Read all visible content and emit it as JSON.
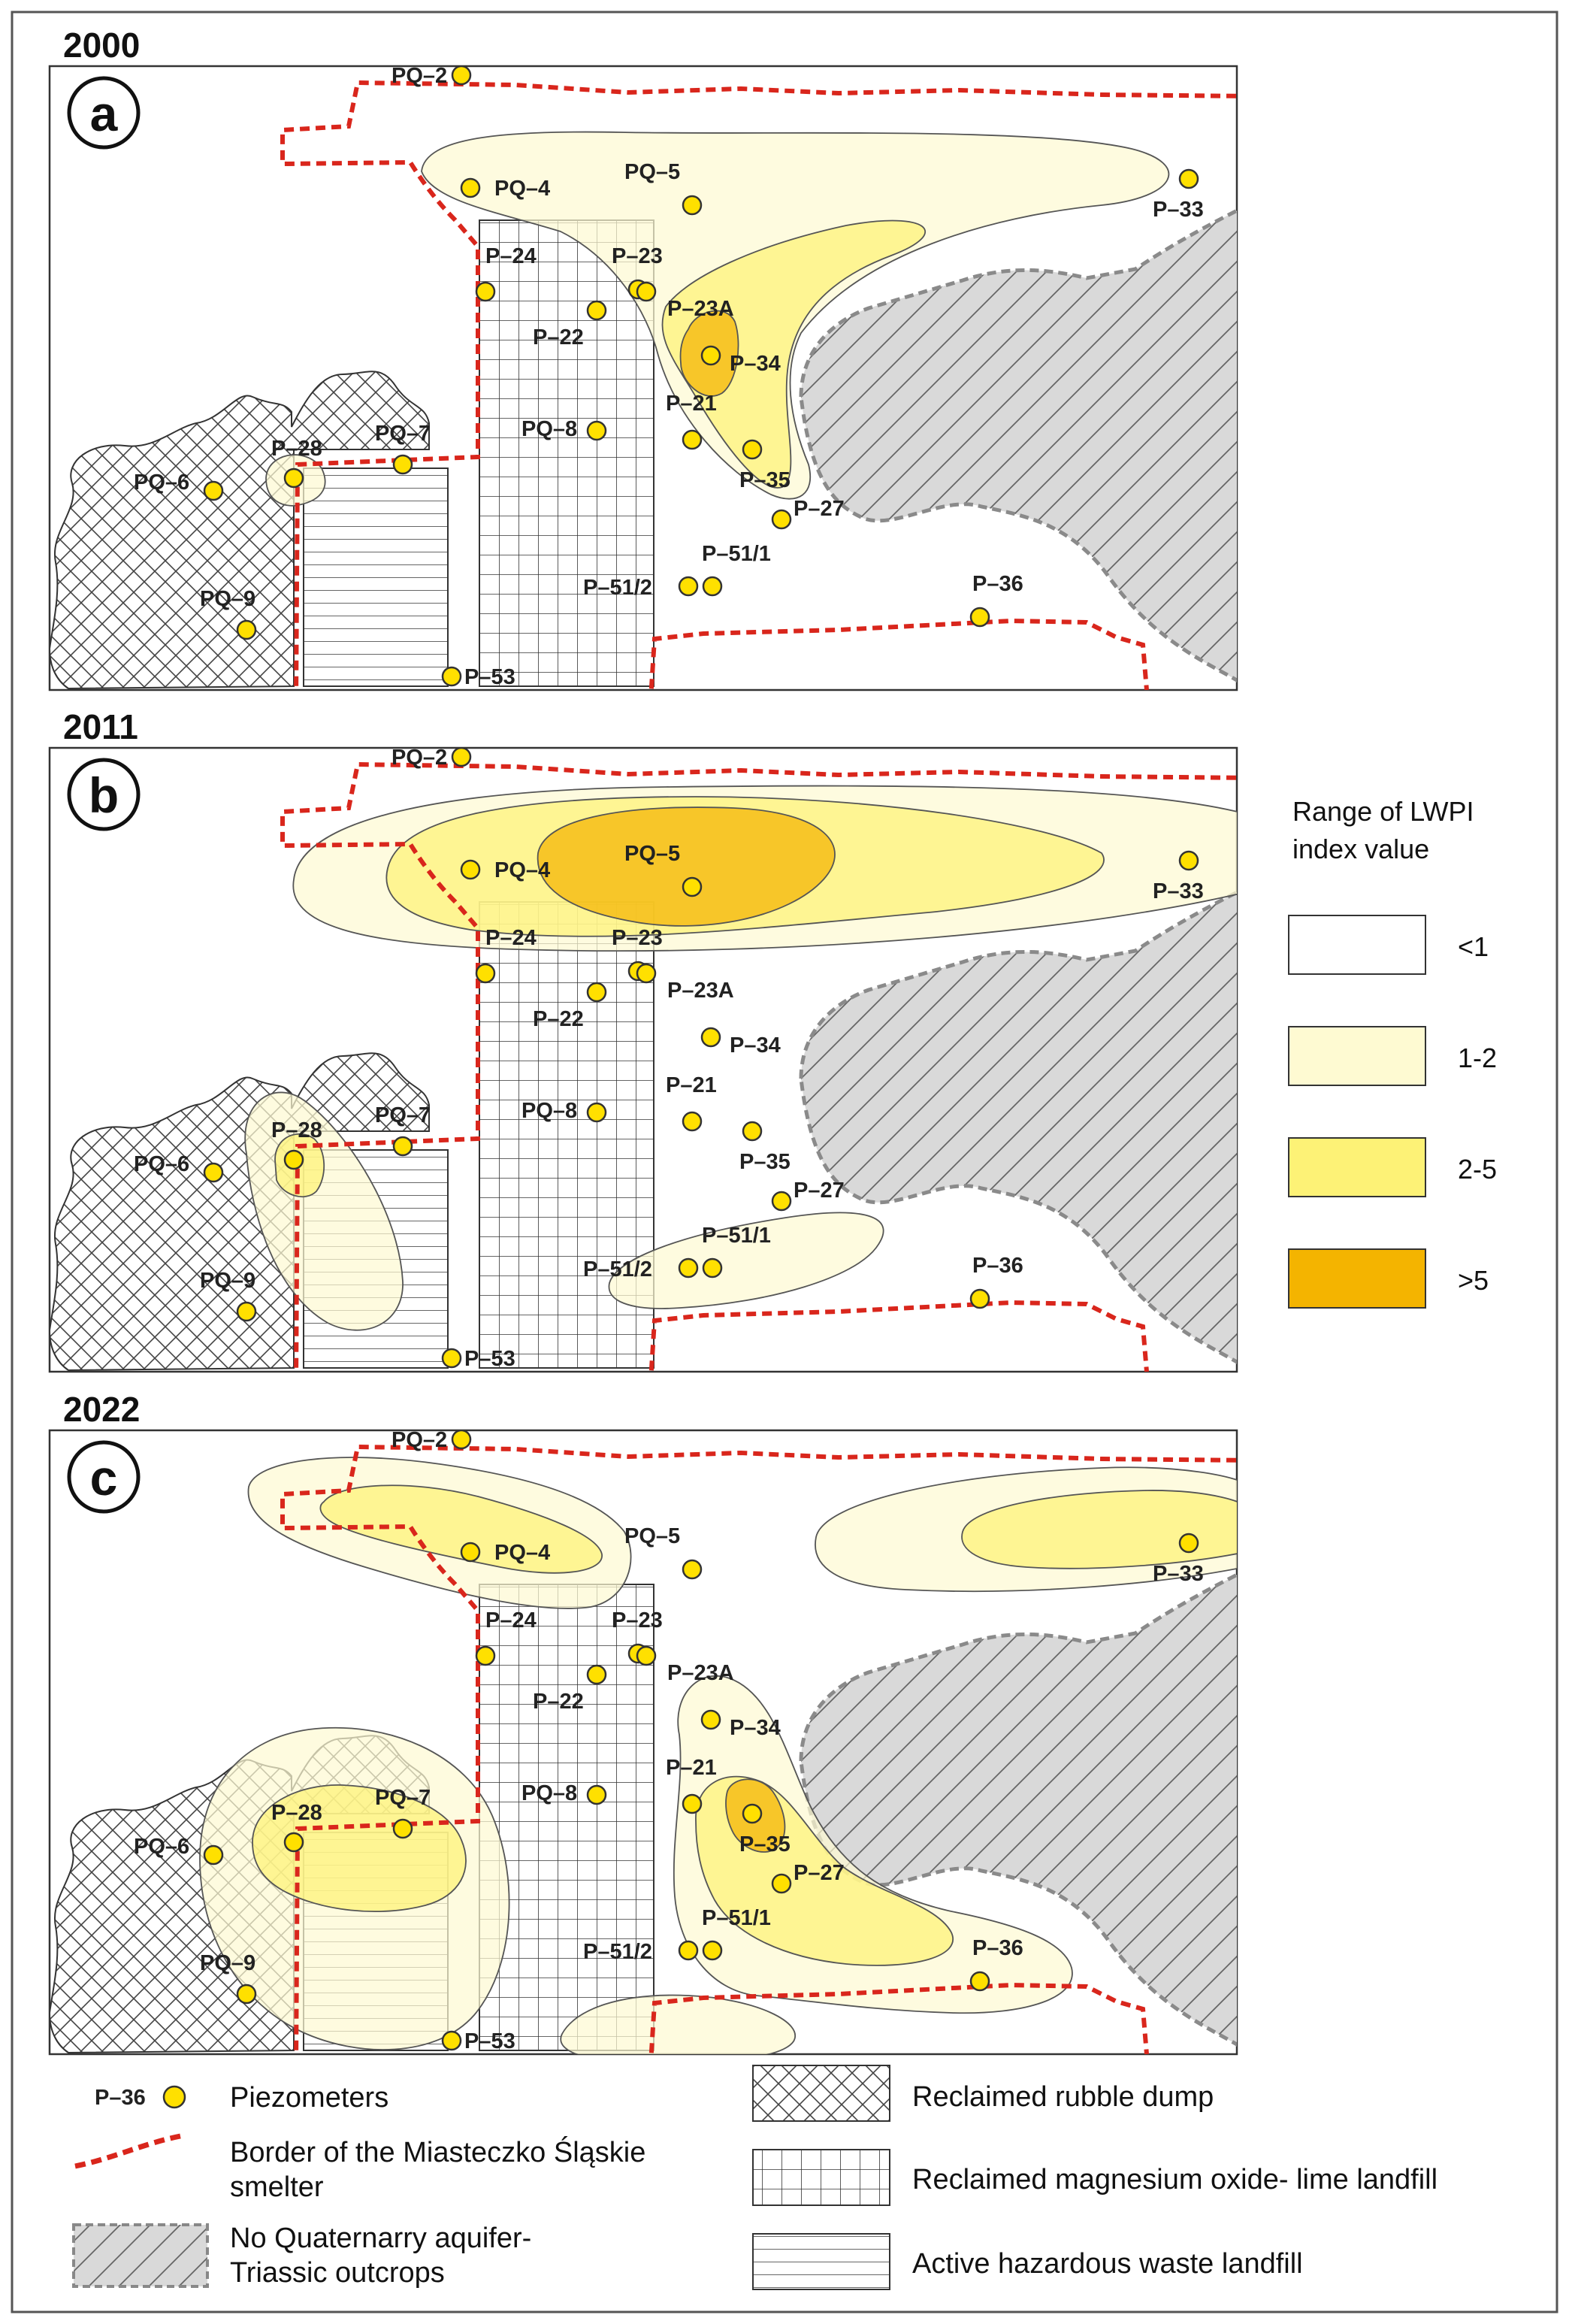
{
  "panels": [
    {
      "year": "2000",
      "letter": "a"
    },
    {
      "year": "2011",
      "letter": "b"
    },
    {
      "year": "2022",
      "letter": "c"
    }
  ],
  "piezometers": {
    "PQ-2": "PQ–2",
    "PQ-4": "PQ–4",
    "PQ-5": "PQ–5",
    "P-33": "P–33",
    "P-24": "P–24",
    "P-23": "P–23",
    "P-23A": "P–23A",
    "P-22": "P–22",
    "P-34": "P–34",
    "P-21": "P–21",
    "PQ-8": "PQ–8",
    "P-28": "P–28",
    "PQ-7": "PQ–7",
    "PQ-6": "PQ–6",
    "P-35": "P–35",
    "P-27": "P–27",
    "P-51/1": "P–51/1",
    "P-51/2": "P–51/2",
    "P-36": "P–36",
    "PQ-9": "PQ–9",
    "P-53": "P–53"
  },
  "range_legend": {
    "title_line1": "Range of LWPI",
    "title_line2": "index value",
    "classes": [
      {
        "label": "<1",
        "color": "#ffffff"
      },
      {
        "label": "1-2",
        "color": "#fefad2"
      },
      {
        "label": "2-5",
        "color": "#fdf276"
      },
      {
        "label": ">5",
        "color": "#f4b400"
      }
    ]
  },
  "legend": {
    "piezometer_sample": "P–36",
    "piezometers": "Piezometers",
    "border_line1": "Border of the Miasteczko Śląskie",
    "border_line2": "smelter",
    "noaquifer_line1": "No Quaternarry aquifer-",
    "noaquifer_line2": "Triassic outcrops",
    "rubble": "Reclaimed rubble dump",
    "mgo": "Reclaimed magnesium oxide- lime landfill",
    "hazardous": "Active hazardous waste landfill"
  },
  "colors": {
    "border_red": "#d9261c",
    "point_yellow": "#ffe000",
    "outcrop_grey": "#d9d9d9"
  }
}
